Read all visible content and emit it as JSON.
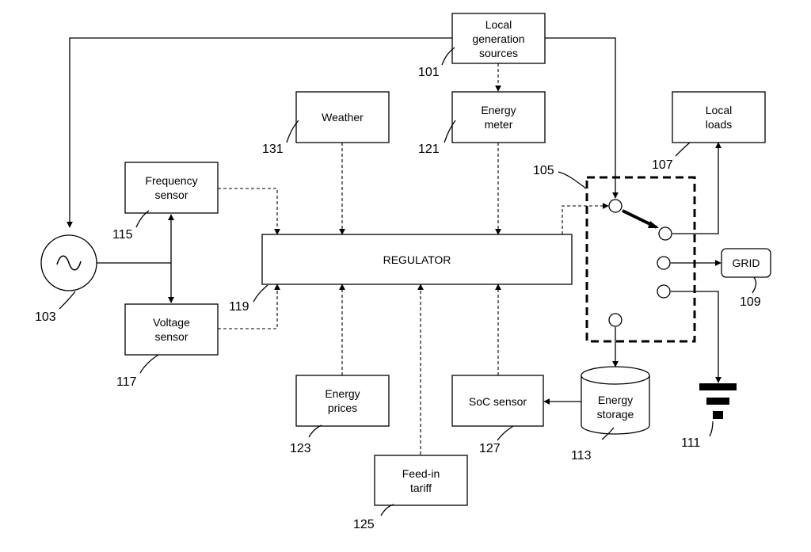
{
  "blocks": {
    "local_generation": [
      "Local",
      "generation",
      "sources"
    ],
    "weather": [
      "Weather"
    ],
    "energy_meter": [
      "Energy",
      "meter"
    ],
    "local_loads": [
      "Local",
      "loads"
    ],
    "frequency_sensor": [
      "Frequency",
      "sensor"
    ],
    "regulator": [
      "REGULATOR"
    ],
    "grid": [
      "GRID"
    ],
    "voltage_sensor": [
      "Voltage",
      "sensor"
    ],
    "energy_prices": [
      "Energy",
      "prices"
    ],
    "soc_sensor": [
      "SoC sensor"
    ],
    "energy_storage": [
      "Energy",
      "storage"
    ],
    "feed_in_tariff": [
      "Feed-in",
      "tariff"
    ]
  },
  "refs": {
    "r101": "101",
    "r103": "103",
    "r105": "105",
    "r107": "107",
    "r109": "109",
    "r111": "111",
    "r113": "113",
    "r115": "115",
    "r117": "117",
    "r119": "119",
    "r121": "121",
    "r123": "123",
    "r125": "125",
    "r127": "127",
    "r131": "131"
  }
}
